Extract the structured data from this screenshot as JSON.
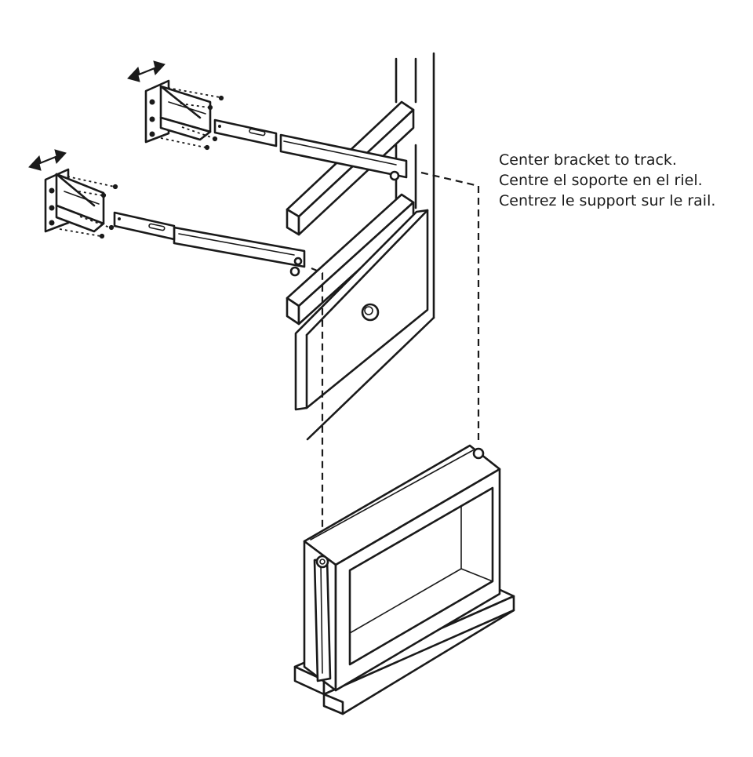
{
  "instruction": {
    "line_en": "Center bracket to track.",
    "line_es": "Centre el soporte en el riel.",
    "line_fr": "Centrez le support sur le rail."
  }
}
